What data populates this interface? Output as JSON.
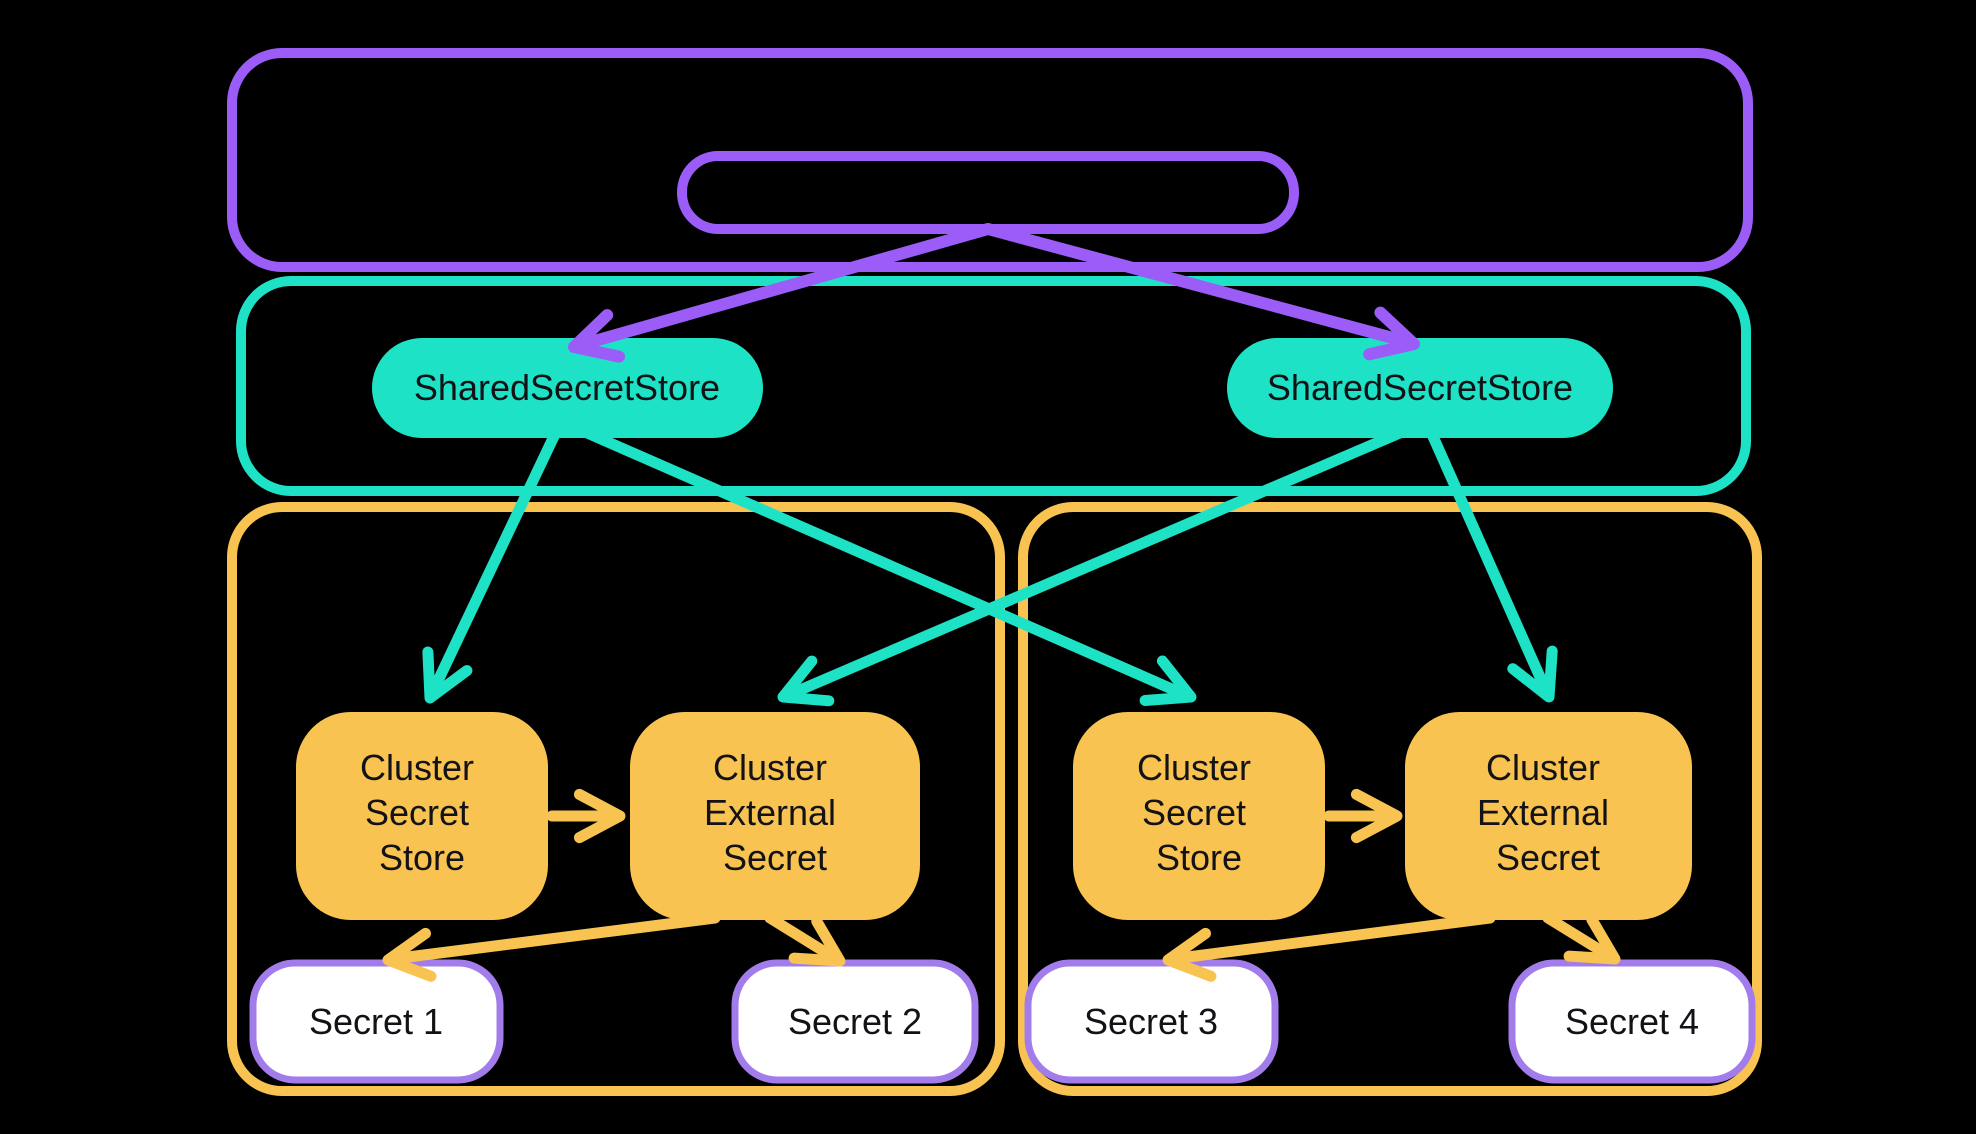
{
  "colors": {
    "background": "#000000",
    "purple": "#9c5cf8",
    "purple_light": "#a37ceb",
    "teal": "#1ee2c6",
    "yellow": "#f8c351",
    "text_dark": "#121217",
    "secret_fill": "#ffffff"
  },
  "shared_secret_stores": [
    {
      "label": "SharedSecretStore"
    },
    {
      "label": "SharedSecretStore"
    }
  ],
  "clusters": [
    {
      "secret_store_lines": [
        "Cluster",
        "Secret",
        "Store"
      ],
      "external_secret_lines": [
        "Cluster",
        "External",
        "Secret"
      ],
      "secrets": [
        {
          "label": "Secret 1"
        },
        {
          "label": "Secret 2"
        }
      ]
    },
    {
      "secret_store_lines": [
        "Cluster",
        "Secret",
        "Store"
      ],
      "external_secret_lines": [
        "Cluster",
        "External",
        "Secret"
      ],
      "secrets": [
        {
          "label": "Secret 3"
        },
        {
          "label": "Secret 4"
        }
      ]
    }
  ]
}
